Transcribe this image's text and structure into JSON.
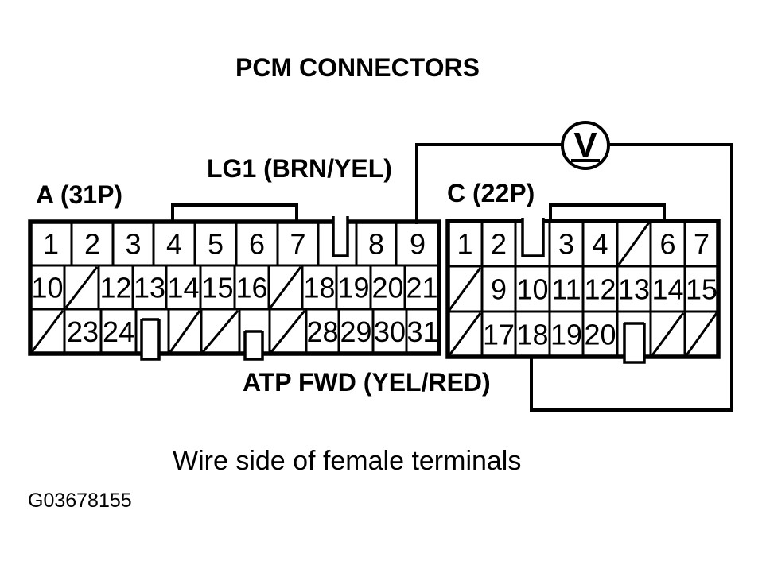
{
  "page": {
    "title": "PCM CONNECTORS",
    "note": "Wire side of female terminals",
    "figure_id": "G03678155",
    "ink_color": "#000000",
    "background_color": "#ffffff"
  },
  "wires": {
    "top_label": "LG1 (BRN/YEL)",
    "bottom_label": "ATP FWD (YEL/RED)"
  },
  "meter": {
    "symbol": "V"
  },
  "cell_marks": {
    "slash": "/",
    "keyway": "#"
  },
  "connectors": [
    {
      "name": "A",
      "label": "A (31P)",
      "rows": [
        [
          "1",
          "2",
          "3",
          "4",
          "5",
          "6",
          "7",
          "#",
          "8",
          "9"
        ],
        [
          "10",
          "/",
          "12",
          "13",
          "14",
          "15",
          "16",
          "/",
          "18",
          "19",
          "20",
          "21"
        ],
        [
          "/",
          "23",
          "24",
          "#",
          "/",
          "/",
          "#",
          "/",
          "28",
          "29",
          "30",
          "31"
        ]
      ]
    },
    {
      "name": "C",
      "label": "C (22P)",
      "rows": [
        [
          "1",
          "2",
          "#",
          "3",
          "4",
          "/",
          "6",
          "7"
        ],
        [
          "/",
          "9",
          "10",
          "11",
          "12",
          "13",
          "14",
          "15"
        ],
        [
          "/",
          "17",
          "18",
          "19",
          "20",
          "#",
          "/",
          "/"
        ]
      ]
    }
  ]
}
